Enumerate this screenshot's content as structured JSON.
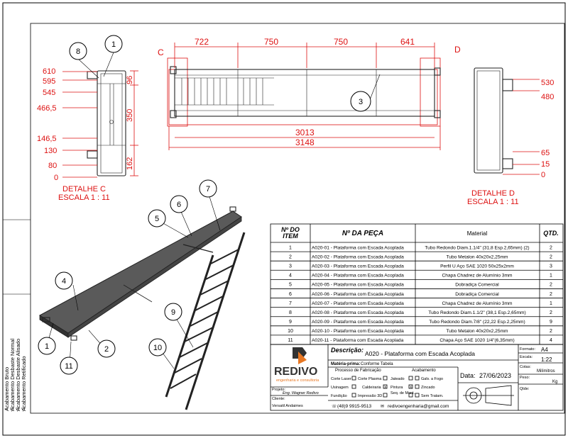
{
  "views": {
    "detail_c": {
      "label": "DETALHE C",
      "scale": "ESCALA 1 : 11"
    },
    "detail_d": {
      "label": "DETALHE D",
      "scale": "ESCALA 1 : 11"
    },
    "letter_c": "C",
    "letter_d": "D"
  },
  "dimensions": {
    "left_vertical": [
      "610",
      "595",
      "545",
      "466,5",
      "146,5",
      "130",
      "80",
      "0"
    ],
    "left_side": [
      "96",
      "350",
      "162"
    ],
    "top": [
      "722",
      "750",
      "750",
      "641"
    ],
    "bottom": [
      "3013",
      "3148"
    ],
    "right": [
      "530",
      "480",
      "65",
      "15",
      "0"
    ]
  },
  "balloons": [
    "1",
    "2",
    "3",
    "4",
    "5",
    "6",
    "7",
    "8",
    "9",
    "10",
    "11"
  ],
  "finish": [
    "Acabamento Bruto",
    "Acabamento Desbaste Normal",
    "Acabamento Desbaste Alisado",
    "Acabamento Retificado"
  ],
  "bom": {
    "headers": [
      "Nº DO ITEM",
      "Nº DA PEÇA",
      "Material",
      "QTD."
    ],
    "rows": [
      [
        "1",
        "A020-01 - Plataforma com Escada Acoplada",
        "Tubo Redondo Diam.1.1/4\" (31,8 Esp.2,65mm) (2)",
        "2"
      ],
      [
        "2",
        "A020-02 - Plataforma com Escada Acoplada",
        "Tubo Metalon 40x20x2,25mm",
        "2"
      ],
      [
        "3",
        "A020-03 - Plataforma com Escada Acoplada",
        "Perfil U Aço SAE 1020 50x25x2mm",
        "3"
      ],
      [
        "4",
        "A020-04 - Plataforma com Escada Acoplada",
        "Chapa Chadrez de Alumínio 3mm",
        "1"
      ],
      [
        "5",
        "A020-05 - Plataforma com Escada Acoplada",
        "Dobradiça Comercial",
        "2"
      ],
      [
        "6",
        "A020-06 - Plataforma com Escada Acoplada",
        "Dobradiça Comercial",
        "2"
      ],
      [
        "7",
        "A020-07 - Plataforma com Escada Acoplada",
        "Chapa Chadrez de Alumínio 3mm",
        "1"
      ],
      [
        "8",
        "A020-08 - Plataforma com Escada Acoplada",
        "Tubo Redondo Diam.1.1/2\" (38,1 Esp.2,65mm)",
        "2"
      ],
      [
        "9",
        "A020-09 - Plataforma com Escada Acoplada",
        "Tubo Redondo Diam.7/8\" (22,22 Esp.2,25mm)",
        "9"
      ],
      [
        "10",
        "A020-10 - Plataforma com Escada Acoplada",
        "Tubo Metalon 40x20x2,25mm",
        "2"
      ],
      [
        "11",
        "A020-11 - Plataforma com Escada Acoplada",
        "Chapa Aço SAE 1020 1/4\"(6,35mm)",
        "4"
      ]
    ]
  },
  "title_block": {
    "descricao_label": "Descrição:",
    "descricao": "A020 - Plataforma com Escada Acoplada",
    "materia_label": "Matéria-prima:",
    "materia": "Conforme Tabela",
    "company": "REDIVO",
    "company_sub": "engenharia e consultoria",
    "processo": "Processo de Fabricação",
    "acabamento": "Acabamento",
    "proc_items": [
      "Corte Laser",
      "Corte Plasma",
      "Jateado",
      "Usinagem",
      "Caldeiraria",
      "Pintura",
      "Fundição",
      "Impressão 3D",
      "Seq. de Mont."
    ],
    "acab_items": [
      "Galv. a Fogo",
      "Zincado",
      "Sem Tratam."
    ],
    "data_label": "Data:",
    "data": "27/06/2023",
    "formato_label": "Formato:",
    "formato": "A4",
    "escala_label": "Escala:",
    "escala": "1:22",
    "cotas_label": "Cotas:",
    "cotas": "Milímitros",
    "peso_label": "Peso:",
    "peso": "Kg",
    "qtde_label": "Qtde:",
    "projeto_label": "Projeto:",
    "projeto": "Eng. Wagner Redivo",
    "cliente_label": "Cliente:",
    "cliente": "Versatil Andaimes",
    "phone": "(48)9 9915-9513",
    "email": "redivoengenharia@gmail.com"
  },
  "colors": {
    "dimension": "#dd1111",
    "logo_orange": "#e87722",
    "logo_dark": "#333333"
  }
}
